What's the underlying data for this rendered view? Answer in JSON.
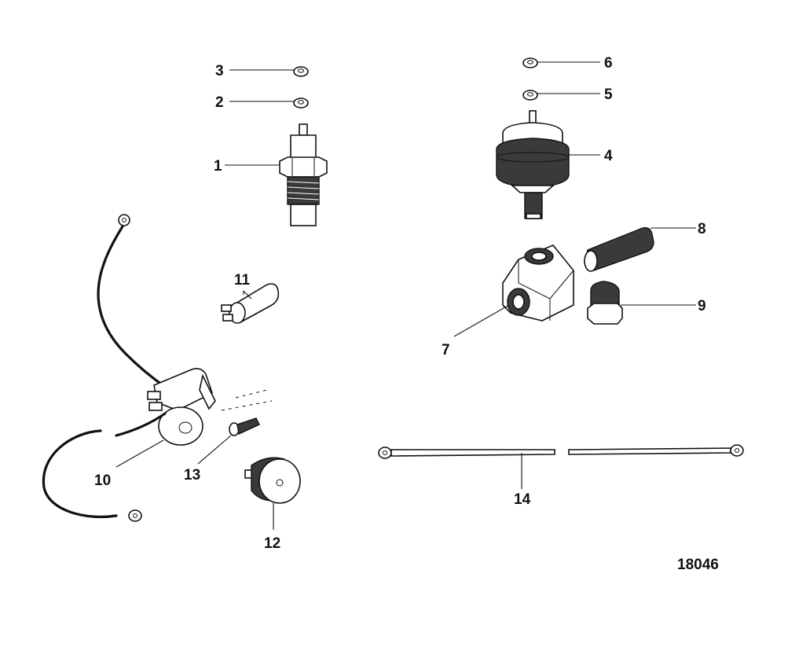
{
  "diagram_id": "18046",
  "callouts": [
    {
      "id": "c1",
      "number": "1"
    },
    {
      "id": "c2",
      "number": "2"
    },
    {
      "id": "c3",
      "number": "3"
    },
    {
      "id": "c4",
      "number": "4"
    },
    {
      "id": "c5",
      "number": "5"
    },
    {
      "id": "c6",
      "number": "6"
    },
    {
      "id": "c7",
      "number": "7"
    },
    {
      "id": "c8",
      "number": "8"
    },
    {
      "id": "c9",
      "number": "9"
    },
    {
      "id": "c10",
      "number": "10"
    },
    {
      "id": "c11",
      "number": "11"
    },
    {
      "id": "c12",
      "number": "12"
    },
    {
      "id": "c13",
      "number": "13"
    },
    {
      "id": "c14",
      "number": "14"
    }
  ],
  "colors": {
    "ink": "#111111",
    "background": "#ffffff"
  }
}
